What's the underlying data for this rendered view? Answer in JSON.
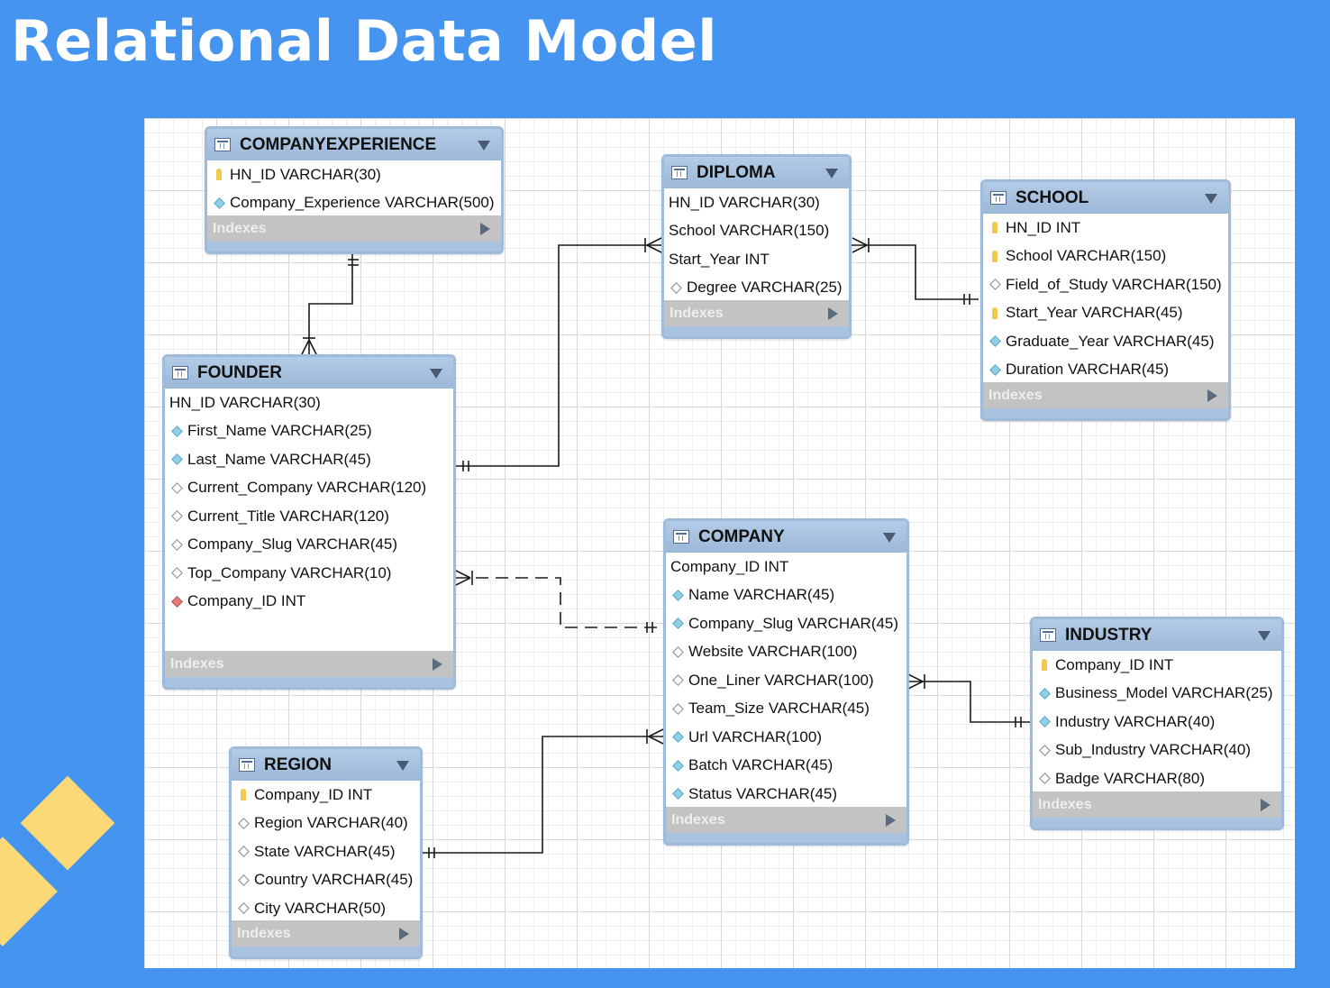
{
  "title": "Relational Data Model",
  "indexes_label": "Indexes",
  "tables": {
    "companyexperience": {
      "name": "COMPANYEXPERIENCE",
      "columns": [
        {
          "text": "HN_ID VARCHAR(30)",
          "icon": "key-icon"
        },
        {
          "text": "Company_Experience VARCHAR(500)",
          "icon": "diamond-filled-icon"
        }
      ]
    },
    "diploma": {
      "name": "DIPLOMA",
      "columns": [
        {
          "text": "HN_ID VARCHAR(30)",
          "icon": "none"
        },
        {
          "text": "School VARCHAR(150)",
          "icon": "none"
        },
        {
          "text": "Start_Year INT",
          "icon": "none"
        },
        {
          "text": "Degree VARCHAR(25)",
          "icon": "diamond-open-icon"
        }
      ]
    },
    "school": {
      "name": "SCHOOL",
      "columns": [
        {
          "text": "HN_ID INT",
          "icon": "key-icon"
        },
        {
          "text": "School VARCHAR(150)",
          "icon": "key-icon"
        },
        {
          "text": "Field_of_Study VARCHAR(150)",
          "icon": "diamond-open-icon"
        },
        {
          "text": "Start_Year VARCHAR(45)",
          "icon": "key-icon"
        },
        {
          "text": "Graduate_Year VARCHAR(45)",
          "icon": "diamond-filled-icon"
        },
        {
          "text": "Duration VARCHAR(45)",
          "icon": "diamond-filled-icon"
        }
      ]
    },
    "founder": {
      "name": "FOUNDER",
      "columns": [
        {
          "text": "HN_ID VARCHAR(30)",
          "icon": "none"
        },
        {
          "text": "First_Name VARCHAR(25)",
          "icon": "diamond-filled-icon"
        },
        {
          "text": "Last_Name VARCHAR(45)",
          "icon": "diamond-filled-icon"
        },
        {
          "text": "Current_Company VARCHAR(120)",
          "icon": "diamond-open-icon"
        },
        {
          "text": "Current_Title VARCHAR(120)",
          "icon": "diamond-open-icon"
        },
        {
          "text": "Company_Slug VARCHAR(45)",
          "icon": "diamond-open-icon"
        },
        {
          "text": "Top_Company VARCHAR(10)",
          "icon": "diamond-open-icon"
        },
        {
          "text": "Company_ID INT",
          "icon": "diamond-fk-icon"
        }
      ]
    },
    "company": {
      "name": "COMPANY",
      "columns": [
        {
          "text": "Company_ID INT",
          "icon": "none"
        },
        {
          "text": "Name VARCHAR(45)",
          "icon": "diamond-filled-icon"
        },
        {
          "text": "Company_Slug VARCHAR(45)",
          "icon": "diamond-filled-icon"
        },
        {
          "text": "Website VARCHAR(100)",
          "icon": "diamond-open-icon"
        },
        {
          "text": "One_Liner VARCHAR(100)",
          "icon": "diamond-open-icon"
        },
        {
          "text": "Team_Size VARCHAR(45)",
          "icon": "diamond-open-icon"
        },
        {
          "text": "Url VARCHAR(100)",
          "icon": "diamond-filled-icon"
        },
        {
          "text": "Batch VARCHAR(45)",
          "icon": "diamond-filled-icon"
        },
        {
          "text": "Status VARCHAR(45)",
          "icon": "diamond-filled-icon"
        }
      ]
    },
    "industry": {
      "name": "INDUSTRY",
      "columns": [
        {
          "text": "Company_ID INT",
          "icon": "key-icon"
        },
        {
          "text": "Business_Model VARCHAR(25)",
          "icon": "diamond-filled-icon"
        },
        {
          "text": "Industry VARCHAR(40)",
          "icon": "diamond-filled-icon"
        },
        {
          "text": "Sub_Industry VARCHAR(40)",
          "icon": "diamond-open-icon"
        },
        {
          "text": "Badge VARCHAR(80)",
          "icon": "diamond-open-icon"
        }
      ]
    },
    "region": {
      "name": "REGION",
      "columns": [
        {
          "text": "Company_ID INT",
          "icon": "key-icon"
        },
        {
          "text": "Region VARCHAR(40)",
          "icon": "diamond-open-icon"
        },
        {
          "text": "State VARCHAR(45)",
          "icon": "diamond-open-icon"
        },
        {
          "text": "Country VARCHAR(45)",
          "icon": "diamond-open-icon"
        },
        {
          "text": "City VARCHAR(50)",
          "icon": "diamond-open-icon"
        }
      ]
    }
  },
  "colors": {
    "background": "#4595f0",
    "header": "#9fbbdb",
    "key": "#f3c84c",
    "accent_shape": "#fbd977"
  }
}
